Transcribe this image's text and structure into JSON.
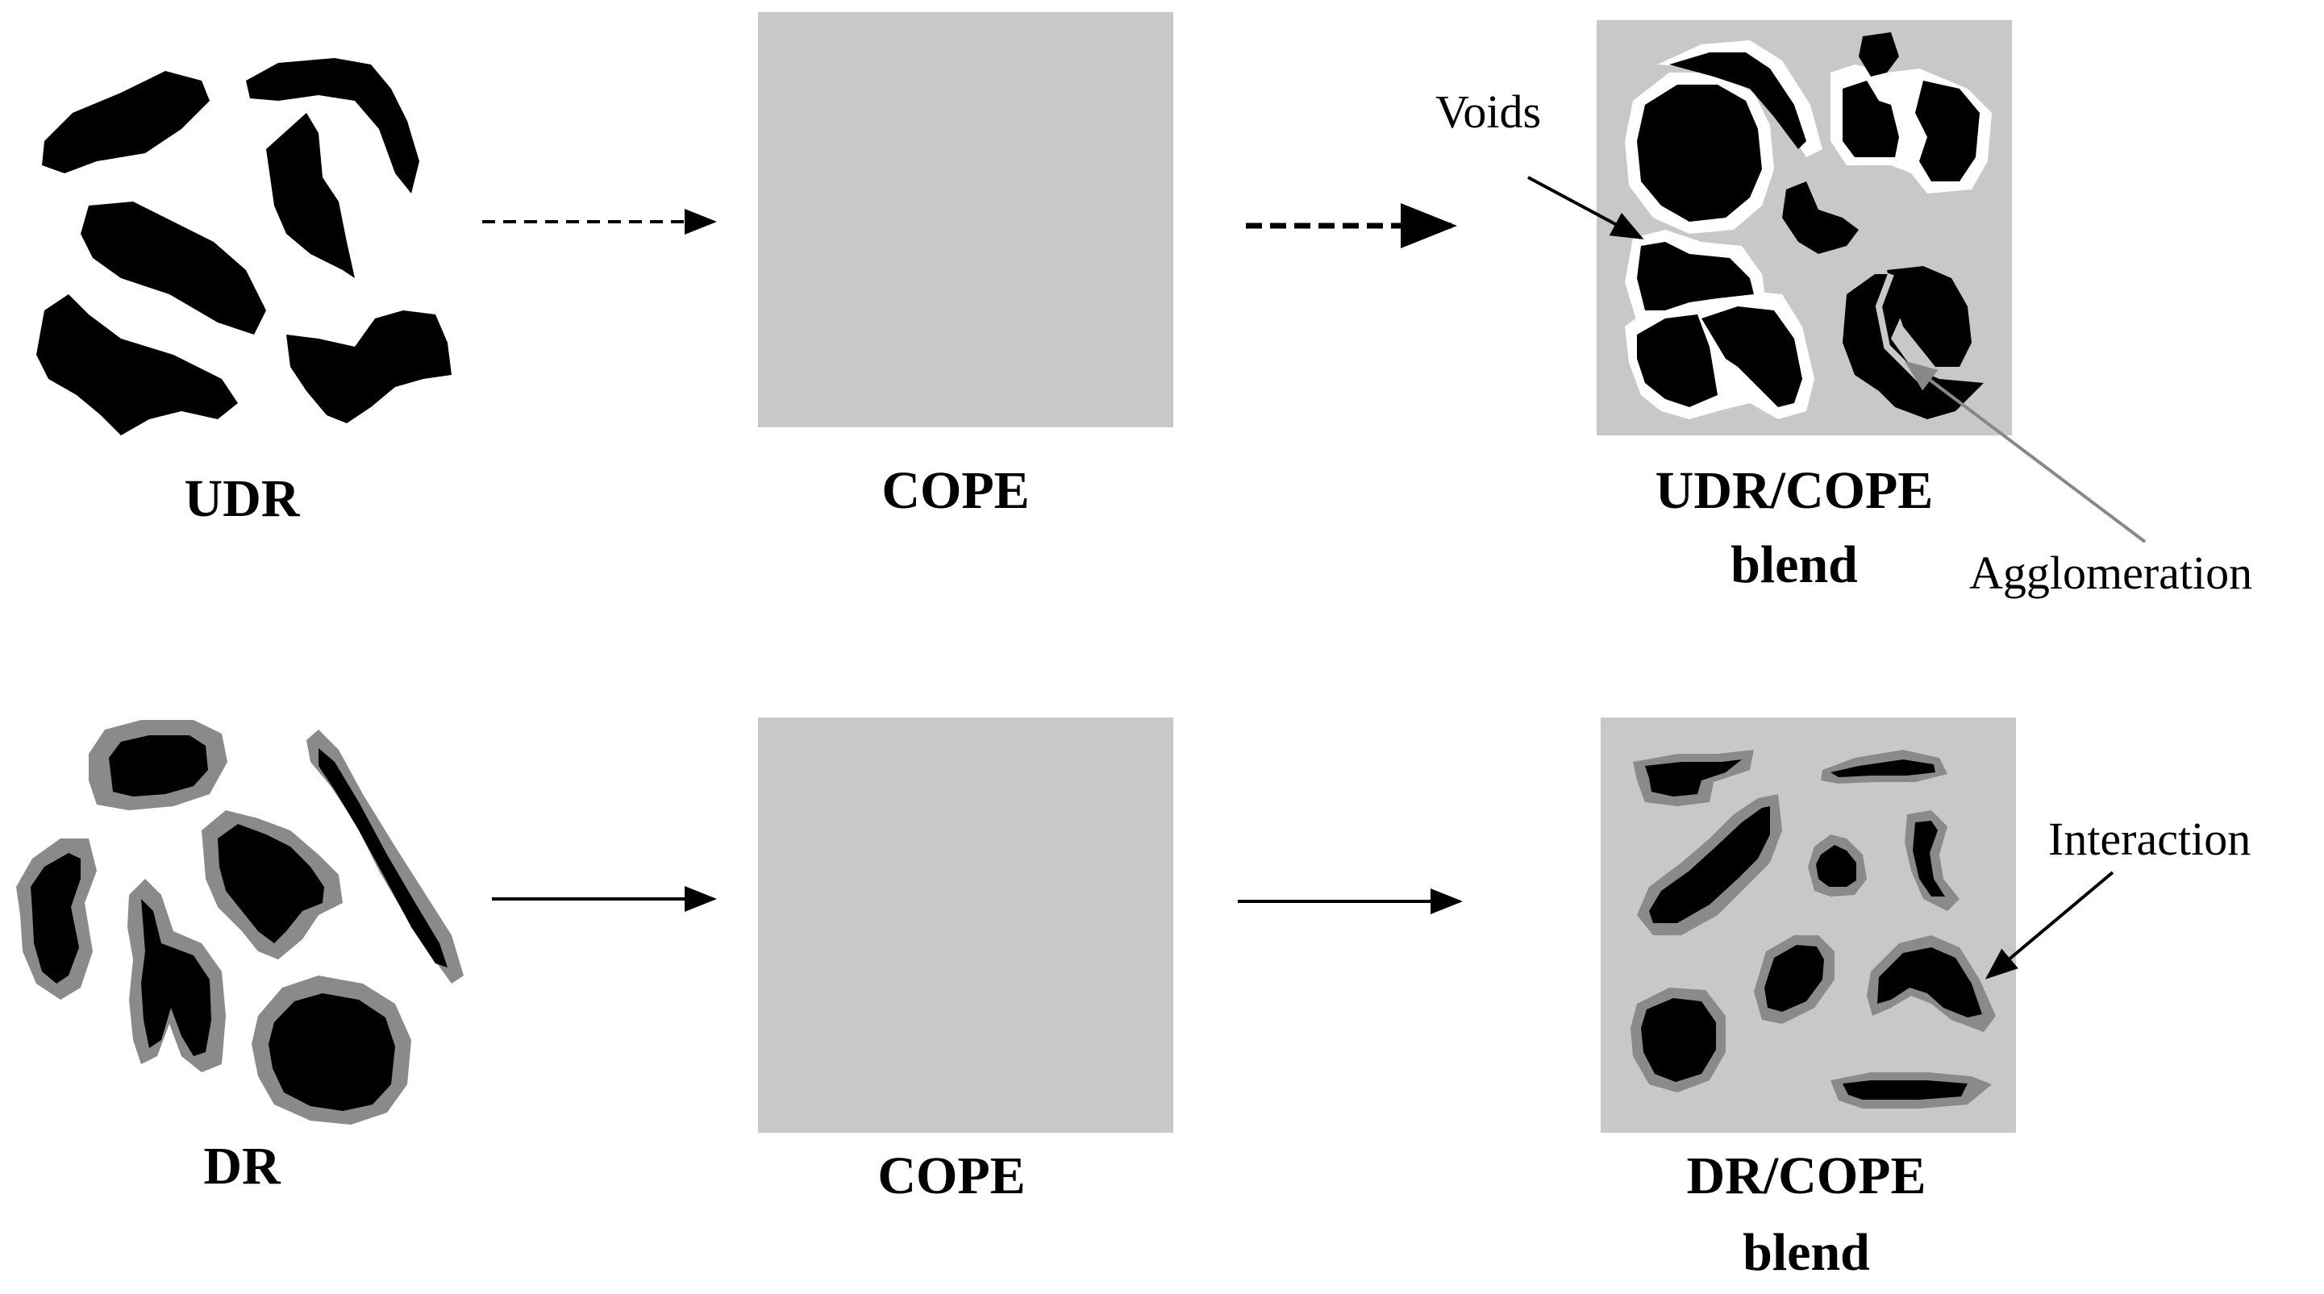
{
  "rows": [
    {
      "id": "udr",
      "source_label": "UDR",
      "matrix_label": "COPE",
      "blend_label_line1": "UDR/COPE",
      "blend_label_line2": "blend",
      "arrow_style": "dashed"
    },
    {
      "id": "dr",
      "source_label": "DR",
      "matrix_label": "COPE",
      "blend_label_line1": "DR/COPE",
      "blend_label_line2": "blend",
      "arrow_style": "solid"
    }
  ],
  "annotations": {
    "voids": "Voids",
    "agglomeration": "Agglomeration",
    "interaction": "Interaction"
  },
  "colors": {
    "particle": "#000000",
    "matrix": "#c8c8c8",
    "coating": "#8a8a8a",
    "void": "#ffffff",
    "background": "#ffffff"
  }
}
